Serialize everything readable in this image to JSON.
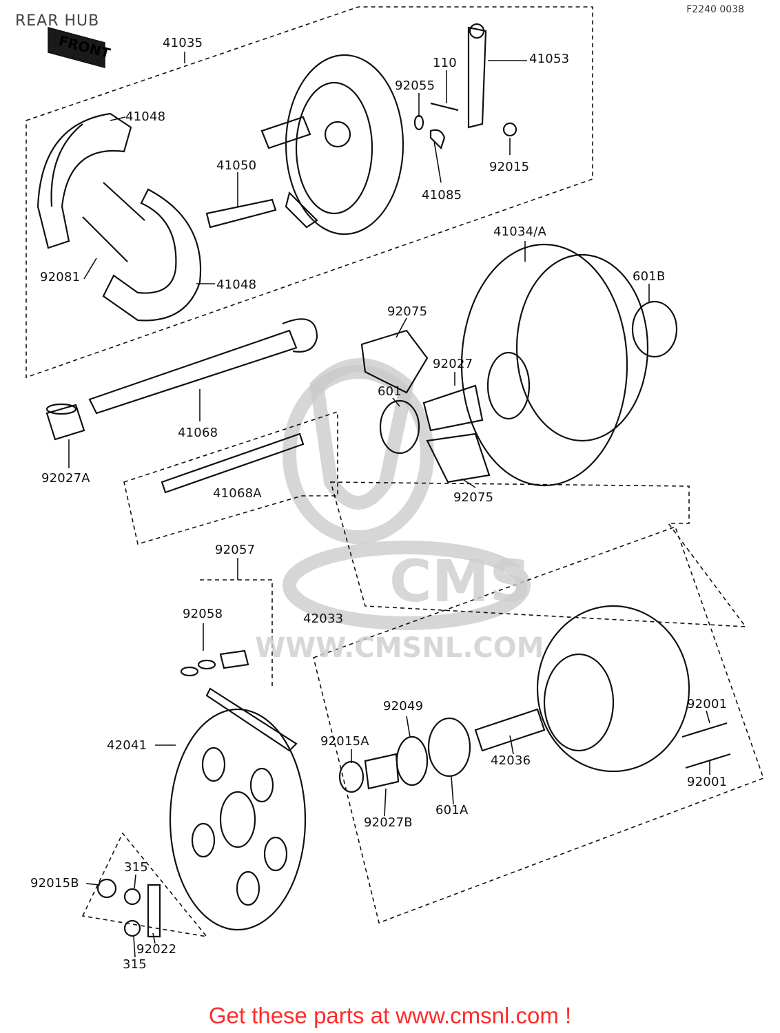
{
  "title": "REAR HUB",
  "diagram_code": "F2240 0038",
  "front_marker": "FRONT",
  "watermark": {
    "brand": "CMS",
    "url": "WWW.CMSNL.COM"
  },
  "footer": "Get these parts at www.cmsnl.com !",
  "part_labels": [
    {
      "id": "41035",
      "text": "41035"
    },
    {
      "id": "41053",
      "text": "41053"
    },
    {
      "id": "110",
      "text": "110"
    },
    {
      "id": "92055",
      "text": "92055"
    },
    {
      "id": "41048-top",
      "text": "41048"
    },
    {
      "id": "41050",
      "text": "41050"
    },
    {
      "id": "92015",
      "text": "92015"
    },
    {
      "id": "41085",
      "text": "41085"
    },
    {
      "id": "41034A",
      "text": "41034/A"
    },
    {
      "id": "601B",
      "text": "601B"
    },
    {
      "id": "92081",
      "text": "92081"
    },
    {
      "id": "41048-bottom",
      "text": "41048"
    },
    {
      "id": "92075-top",
      "text": "92075"
    },
    {
      "id": "92027",
      "text": "92027"
    },
    {
      "id": "601",
      "text": "601"
    },
    {
      "id": "41068",
      "text": "41068"
    },
    {
      "id": "92027A",
      "text": "92027A"
    },
    {
      "id": "41068A",
      "text": "41068A"
    },
    {
      "id": "92075-bottom",
      "text": "92075"
    },
    {
      "id": "92057",
      "text": "92057"
    },
    {
      "id": "92058",
      "text": "92058"
    },
    {
      "id": "42033",
      "text": "42033"
    },
    {
      "id": "92049",
      "text": "92049"
    },
    {
      "id": "92001-top",
      "text": "92001"
    },
    {
      "id": "42041",
      "text": "42041"
    },
    {
      "id": "92015A",
      "text": "92015A"
    },
    {
      "id": "42036",
      "text": "42036"
    },
    {
      "id": "92001-bottom",
      "text": "92001"
    },
    {
      "id": "92027B",
      "text": "92027B"
    },
    {
      "id": "601A",
      "text": "601A"
    },
    {
      "id": "315-top",
      "text": "315"
    },
    {
      "id": "92015B",
      "text": "92015B"
    },
    {
      "id": "92022",
      "text": "92022"
    },
    {
      "id": "315-bottom",
      "text": "315"
    }
  ]
}
